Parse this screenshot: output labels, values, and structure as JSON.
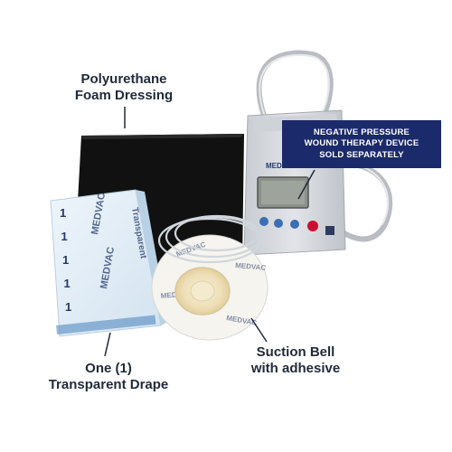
{
  "labels": {
    "foam_line1": "Polyurethane",
    "foam_line2": "Foam Dressing",
    "drape_line1": "One (1)",
    "drape_line2": "Transparent Drape",
    "bell_line1": "Suction Bell",
    "bell_line2": "with adhesive"
  },
  "callout": {
    "line1": "NEGATIVE PRESSURE",
    "line2": "WOUND THERAPY DEVICE",
    "line3": "SOLD SEPARATELY"
  },
  "brand": {
    "name": "MEDVAC",
    "device_logo": "MEDVAC"
  },
  "drape_marks": [
    "1",
    "1",
    "1",
    "1",
    "1"
  ],
  "colors": {
    "callout_bg": "#1b2a6b",
    "foam": "#111111",
    "drape": "#e6f0f7",
    "device_body": "#d9dbdf",
    "brand_text": "#243a6a",
    "device_accent": "#c8102e"
  }
}
